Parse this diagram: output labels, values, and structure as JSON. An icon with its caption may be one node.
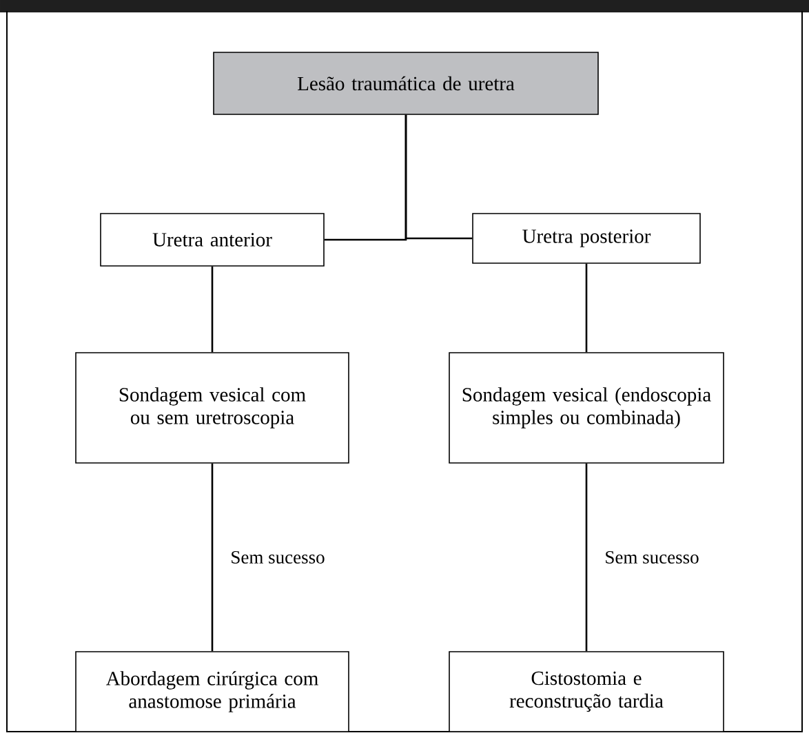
{
  "diagram": {
    "nodes": [
      {
        "text": [
          "Lesão traumática de uretra"
        ]
      },
      {
        "text": [
          "Uretra anterior"
        ]
      },
      {
        "text": [
          "Uretra posterior"
        ]
      },
      {
        "text": [
          "Sondagem vesical com ou sem uretroscopia"
        ]
      },
      {
        "text": [
          "Sondagem vesical (endoscopia simples ou combinada)"
        ]
      },
      {
        "text": [
          "Abordagem cirúrgica com anastomose primária"
        ]
      },
      {
        "text": [
          "Cistostomia e reconstrução tardia"
        ]
      }
    ],
    "edges": [
      {
        "from": 0,
        "to": 1,
        "arrow": "none"
      },
      {
        "from": 0,
        "to": 2,
        "arrow": "none"
      },
      {
        "from": 1,
        "to": 3,
        "arrow": "none"
      },
      {
        "from": 2,
        "to": 4,
        "arrow": "none"
      },
      {
        "from": 3,
        "to": 5,
        "arrow": "none",
        "label": "Sem sucesso"
      },
      {
        "from": 4,
        "to": 6,
        "arrow": "none",
        "label": "Sem sucesso"
      }
    ]
  }
}
